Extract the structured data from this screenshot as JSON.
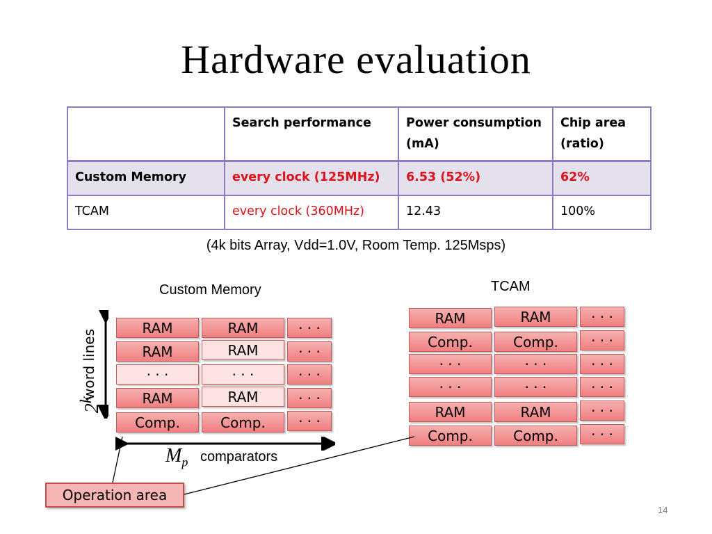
{
  "title": "Hardware evaluation",
  "table": {
    "headers": [
      "",
      "Search performance",
      "Power consumption (mA)",
      "Chip area (ratio)"
    ],
    "rows": [
      [
        "Custom Memory",
        "every clock (125MHz)",
        "6.53 (52%)",
        "62%"
      ],
      [
        "TCAM",
        "every clock (360MHz)",
        "12.43",
        "100%"
      ]
    ]
  },
  "caption": "(4k bits Array, Vdd=1.0V, Room Temp. 125Msps)",
  "custom_memory": {
    "label": "Custom Memory",
    "cells": [
      [
        "RAM",
        "RAM",
        "· · ·"
      ],
      [
        "RAM",
        "RAM",
        "· · ·"
      ],
      [
        "· · ·",
        "· · ·",
        "· · ·"
      ],
      [
        "RAM",
        "RAM",
        "· · ·"
      ],
      [
        "Comp.",
        "Comp.",
        "· · ·"
      ]
    ],
    "wordlines_symbol": "2",
    "wordlines_exponent": "k",
    "wordlines_label": "word lines",
    "comparators_symbol": "M",
    "comparators_subscript": "p",
    "comparators_label": "comparators"
  },
  "tcam": {
    "label": "TCAM",
    "cells": [
      [
        "RAM",
        "RAM",
        "· · ·"
      ],
      [
        "Comp.",
        "Comp.",
        "· · ·"
      ],
      [
        "· · ·",
        "· · ·",
        "· · ·"
      ],
      [
        "· · ·",
        "· · ·",
        "· · ·"
      ],
      [
        "RAM",
        "RAM",
        "· · ·"
      ],
      [
        "Comp.",
        "Comp.",
        "· · ·"
      ]
    ]
  },
  "operation_area": "Operation area",
  "page_number": "14",
  "colors": {
    "border": "#8e7cc3",
    "highlight_row": "#e5e1ec",
    "emphasis_text": "#e0121b",
    "cell_fill": "#f07f80",
    "cell_border": "#c65a5a"
  }
}
